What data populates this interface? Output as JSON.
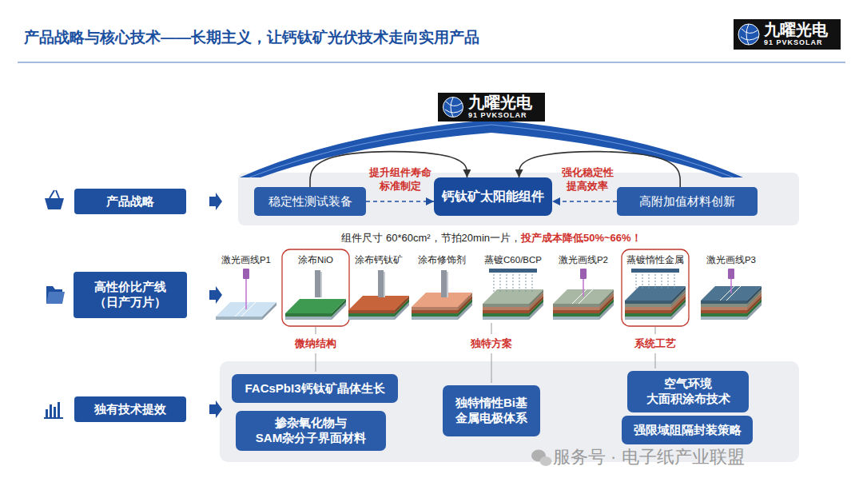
{
  "diagram": {
    "title": "产品战略与核心技术——长期主义，让钙钛矿光伏技术走向实用产品",
    "nodes": [
      {
        "text": [
          "产品战略"
        ]
      },
      {
        "text": [
          "稳定性测试装备"
        ]
      },
      {
        "text": [
          "钙钛矿太阳能组件"
        ]
      },
      {
        "text": [
          "高附加值材料创新"
        ]
      },
      {
        "text": [
          "高性价比产线 （日产万片）"
        ]
      },
      {
        "text": [
          "独有技术提效"
        ]
      },
      {
        "text": [
          "FACsPbI3钙钛矿晶体生长"
        ]
      },
      {
        "text": [
          "掺杂氧化物与 SAM杂分子界面材料"
        ]
      },
      {
        "text": [
          "独特惰性Bi基 金属电极体系"
        ]
      },
      {
        "text": [
          "空气环境 大面积涂布技术"
        ]
      },
      {
        "text": [
          "强限域阻隔封装策略"
        ]
      }
    ],
    "edges": [
      {
        "from": 1,
        "to": 2,
        "label": "提升组件寿命 标准制定",
        "arrow": "to"
      },
      {
        "from": 1,
        "to": 2,
        "arrow": "to"
      },
      {
        "from": 3,
        "to": 2,
        "label": "强化稳定性 提高效率",
        "arrow": "to"
      },
      {
        "from": 3,
        "to": 2,
        "arrow": "to"
      }
    ],
    "labels": [
      "九曜光电",
      "91 PVKSOLAR",
      "九曜光电",
      "91 PVKSOLAR",
      "组件尺寸 60*60cm²，节拍20min一片，",
      "投产成本降低50%~66%！",
      "激光画线P1",
      "涂布NiO",
      "涂布钙钛矿",
      "涂布修饰剂",
      "蒸镀C60/BCP",
      "激光画线P2",
      "蒸镀惰性金属",
      "激光画线P3",
      "微纳结构",
      "独特方案",
      "系统工艺",
      "服务号 · 电子纸产业联盟"
    ]
  }
}
